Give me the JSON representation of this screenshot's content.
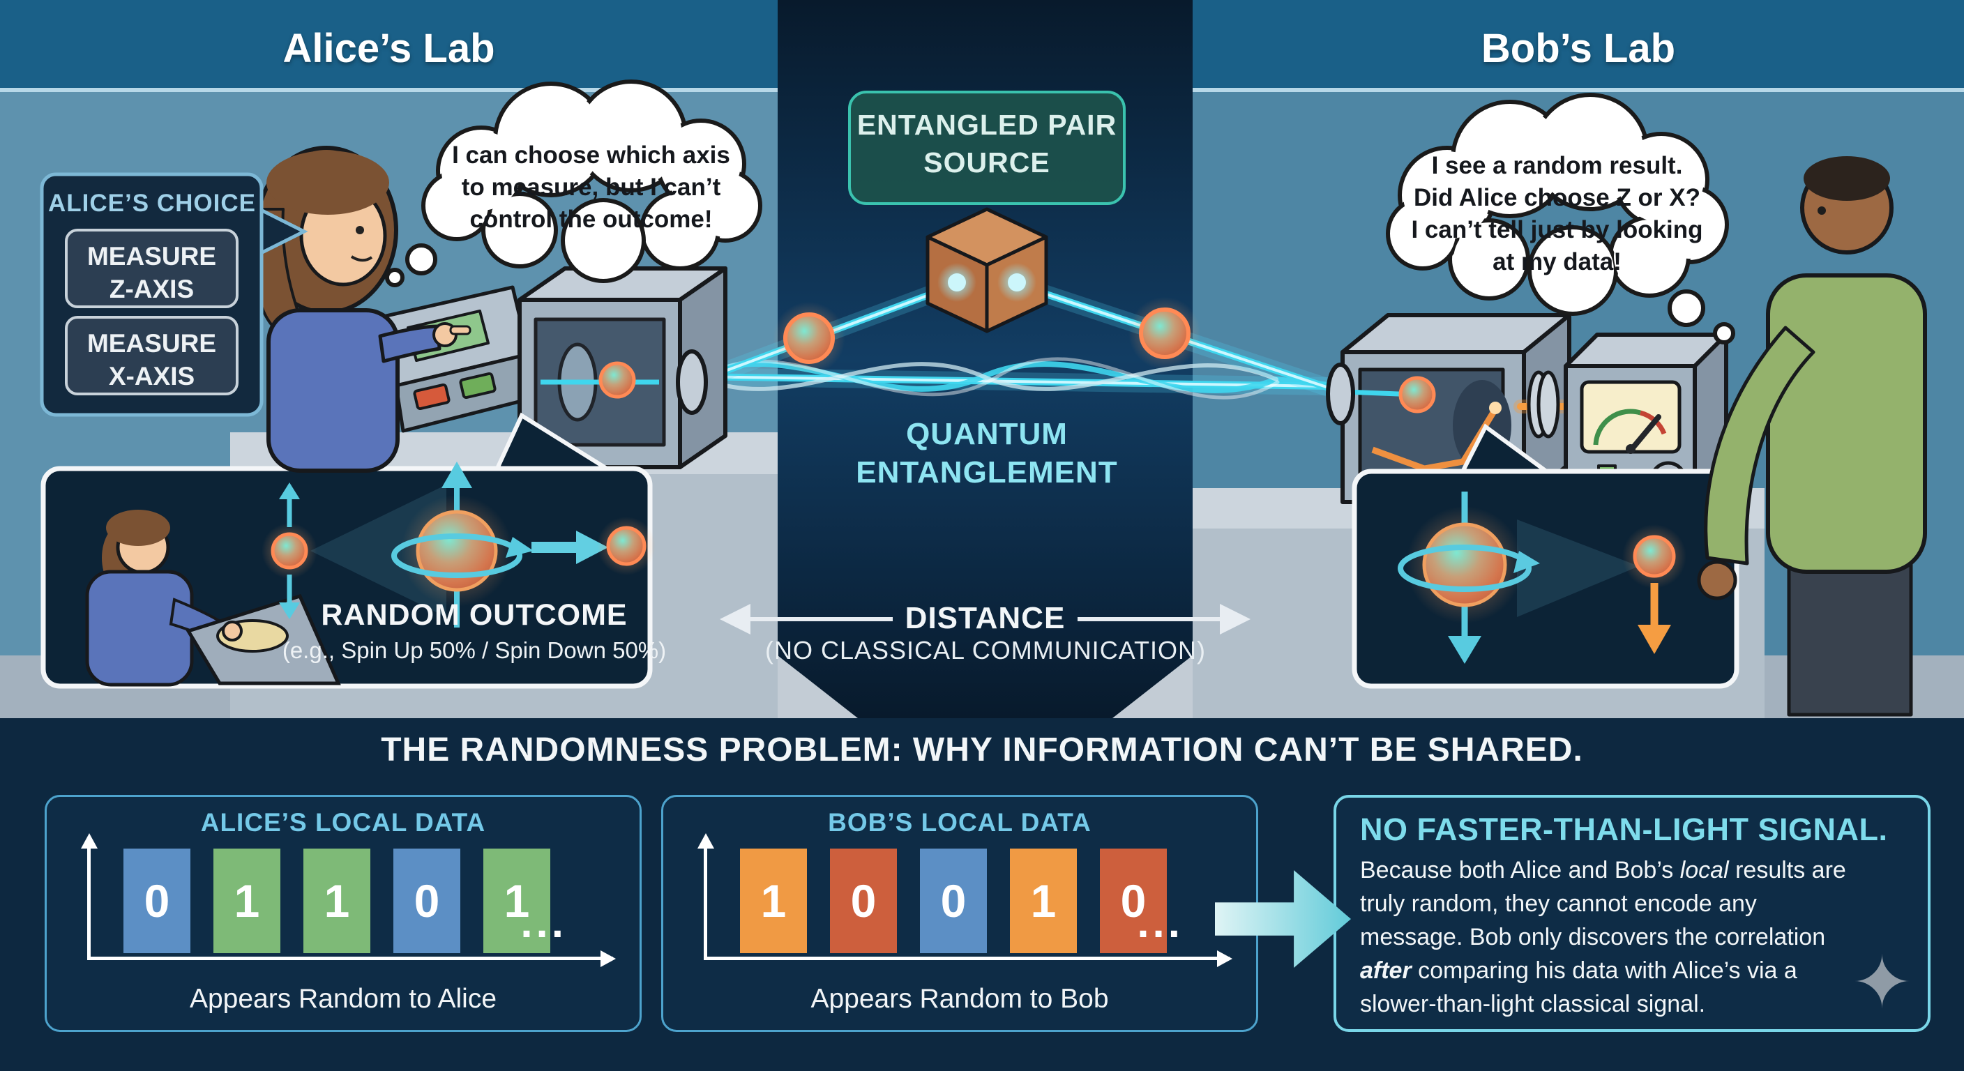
{
  "alice_lab": {
    "title": "Alice’s Lab",
    "choice_panel": {
      "title": "ALICE’S CHOICE",
      "buttons": [
        {
          "line1": "MEASURE",
          "line2": "Z-AXIS"
        },
        {
          "line1": "MEASURE",
          "line2": "X-AXIS"
        }
      ]
    },
    "thought": {
      "lines": [
        "I can choose which axis",
        "to measure, but I can’t",
        "control the outcome!"
      ]
    },
    "inset": {
      "title": "RANDOM OUTCOME",
      "subtitle": "(e.g., Spin Up 50% / Spin Down 50%)"
    }
  },
  "center": {
    "source_label": {
      "line1": "ENTANGLED PAIR",
      "line2": "SOURCE"
    },
    "entanglement_label": {
      "line1": "QUANTUM",
      "line2": "ENTANGLEMENT"
    },
    "distance": {
      "title": "DISTANCE",
      "subtitle": "(NO CLASSICAL COMMUNICATION)"
    }
  },
  "bob_lab": {
    "title": "Bob’s Lab",
    "thought": {
      "lines": [
        "I see a random result.",
        "Did Alice choose Z or X?",
        "I can’t tell just by looking",
        "at my data!"
      ]
    }
  },
  "bottom": {
    "heading": "THE RANDOMNESS PROBLEM: WHY INFORMATION CAN’T BE SHARED.",
    "alice_data": {
      "title": "ALICE’S LOCAL DATA",
      "bits": [
        {
          "value": "0",
          "color": "#5c8fc5"
        },
        {
          "value": "1",
          "color": "#7eba77"
        },
        {
          "value": "1",
          "color": "#7eba77"
        },
        {
          "value": "0",
          "color": "#5c8fc5"
        },
        {
          "value": "1",
          "color": "#7eba77"
        }
      ],
      "ellipsis": "...",
      "caption": "Appears Random to Alice"
    },
    "bob_data": {
      "title": "BOB’S LOCAL DATA",
      "bits": [
        {
          "value": "1",
          "color": "#f09a44"
        },
        {
          "value": "0",
          "color": "#cd5f3d"
        },
        {
          "value": "0",
          "color": "#5c8fc5"
        },
        {
          "value": "1",
          "color": "#f09a44"
        },
        {
          "value": "0",
          "color": "#cd5f3d"
        }
      ],
      "ellipsis": "...",
      "caption": "Appears Random to Bob"
    },
    "nftl": {
      "title": "NO FASTER-THAN-LIGHT SIGNAL.",
      "body_lines": [
        [
          {
            "t": "Because both Alice and Bob’s ",
            "s": "n"
          },
          {
            "t": "local",
            "s": "i"
          },
          {
            "t": " results are",
            "s": "n"
          }
        ],
        [
          {
            "t": "truly random, they cannot encode any",
            "s": "n"
          }
        ],
        [
          {
            "t": "message. Bob only discovers the correlation",
            "s": "n"
          }
        ],
        [
          {
            "t": "after",
            "s": "bi"
          },
          {
            "t": " comparing his data with Alice’s via a",
            "s": "n"
          }
        ],
        [
          {
            "t": "slower-than-light classical signal.",
            "s": "n"
          }
        ]
      ],
      "sparkle_glyph": "✦"
    }
  },
  "colors": {
    "accent_cyan": "#3fd6ee",
    "accent_teal_border": "#3fd0b8",
    "panel_border": "#4da3cd",
    "orange_beam": "#f59d42",
    "bit_blue": "#5c8fc5",
    "bit_green": "#7eba77",
    "bit_orange": "#f09a44",
    "bit_red": "#cd5f3d"
  }
}
